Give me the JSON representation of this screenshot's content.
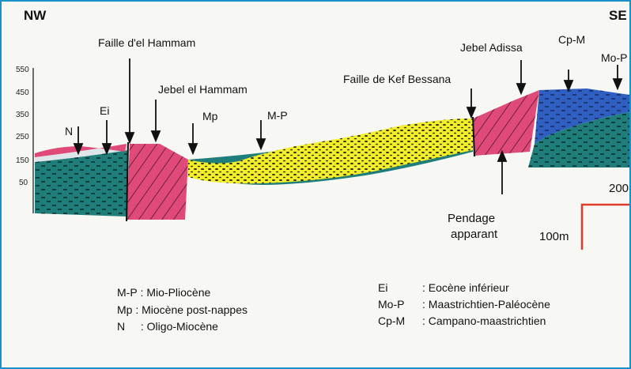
{
  "orientation": {
    "left": "NW",
    "right": "SE"
  },
  "elevation_ticks": [
    "550",
    "450",
    "350",
    "250",
    "150",
    "50"
  ],
  "labels": {
    "faille_hammam": "Faille d'el Hammam",
    "jebel_hammam": "Jebel el Hammam",
    "ei": "Ei",
    "n": "N",
    "mp": "Mp",
    "m_p": "M-P",
    "faille_kef": "Faille de Kef Bessana",
    "jebel_adissa": "Jebel Adissa",
    "cp_m": "Cp-M",
    "mo_p": "Mo-P",
    "pendage": "Pendage",
    "apparant": "apparant"
  },
  "scale": {
    "horizontal": "100m",
    "vertical": "200m"
  },
  "legend_left": [
    {
      "code": "M-P",
      "sep": " : ",
      "desc": "Mio-Pliocène"
    },
    {
      "code": "Mp",
      "sep": " : ",
      "desc": "Miocène post-nappes"
    },
    {
      "code": "N",
      "sep": " : ",
      "desc": "Oligo-Miocène"
    }
  ],
  "legend_right": [
    {
      "code": "Ei",
      "sep": ": ",
      "desc": "Eocène inférieur"
    },
    {
      "code": "Mo-P",
      "sep": ": ",
      "desc": "Maastrichtien-Paléocène"
    },
    {
      "code": "Cp-M",
      "sep": ": ",
      "desc": "Campano-maastrichtien"
    }
  ],
  "colors": {
    "frame": "#1a8fc8",
    "teal": "#1f7e7a",
    "pink": "#e04a78",
    "yellow": "#f2ee2a",
    "blue": "#2f5fc0",
    "scale_red": "#e03a2a"
  }
}
